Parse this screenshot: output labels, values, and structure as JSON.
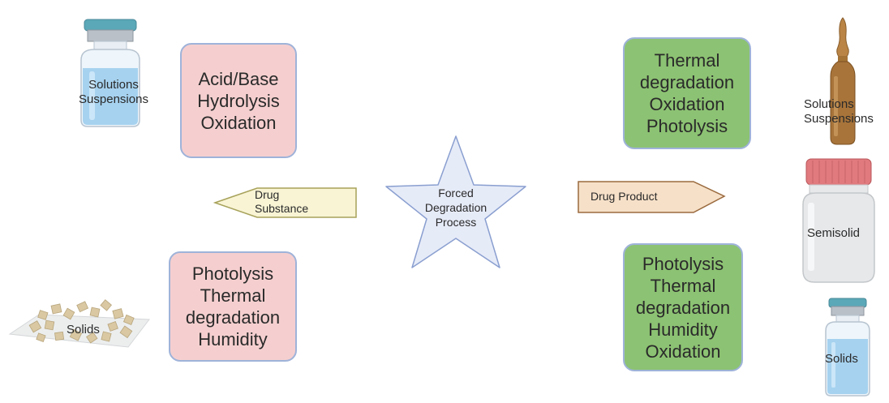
{
  "left": {
    "top_box": {
      "lines": [
        "Acid/Base",
        "Hydrolysis",
        "Oxidation"
      ]
    },
    "bottom_box": {
      "lines": [
        "Photolysis",
        "Thermal",
        "degradation",
        "Humidity"
      ]
    },
    "arrow": {
      "lines": [
        "Drug",
        "Substance"
      ]
    },
    "vial_label": [
      "Solutions",
      "Suspensions"
    ],
    "powder_label": "Solids"
  },
  "center": {
    "star": {
      "lines": [
        "Forced",
        "Degradation",
        "Process"
      ]
    }
  },
  "right": {
    "top_box": {
      "lines": [
        "Thermal",
        "degradation",
        "Oxidation",
        "Photolysis"
      ]
    },
    "bottom_box": {
      "lines": [
        "Photolysis",
        "Thermal",
        "degradation",
        "Humidity",
        "Oxidation"
      ]
    },
    "arrow": {
      "label": "Drug Product"
    },
    "ampoule_label": [
      "Solutions",
      "Suspensions"
    ],
    "bottle_label": "Semisolid",
    "vial_label": "Solids"
  },
  "colors": {
    "pink_box": "#f5cfcf",
    "green_box": "#8cc273",
    "box_border": "#9fb3d9",
    "left_arrow_fill": "#f8f4d4",
    "left_arrow_stroke": "#a7a25a",
    "right_arrow_fill": "#f6e0c8",
    "right_arrow_stroke": "#9a6a3e",
    "star_fill": "#e6ebf8",
    "star_stroke": "#8a9fd0"
  }
}
